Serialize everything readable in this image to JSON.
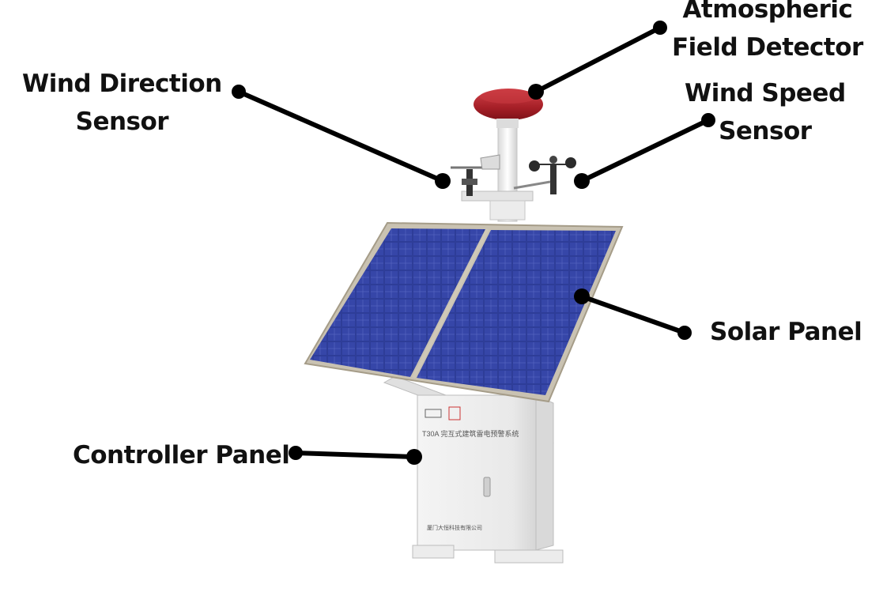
{
  "labels": {
    "atmospheric": [
      "Atmospheric",
      "Field Detector"
    ],
    "wind_direction": [
      "Wind Direction",
      "Sensor"
    ],
    "wind_speed": [
      "Wind Speed",
      "Sensor"
    ],
    "solar_panel": "Solar Panel",
    "controller_panel": "Controller Panel"
  },
  "cabinet": {
    "model_text": "T30A 完互式建筑雷电预警系统",
    "maker_text": "厦门大恒科技有限公司"
  },
  "colors": {
    "label_text": "#111111",
    "leader_line": "#000000",
    "panel_cell": "#2f3f9a",
    "detector_dome": "#b3262c",
    "cabinet": "#eeeeee"
  }
}
